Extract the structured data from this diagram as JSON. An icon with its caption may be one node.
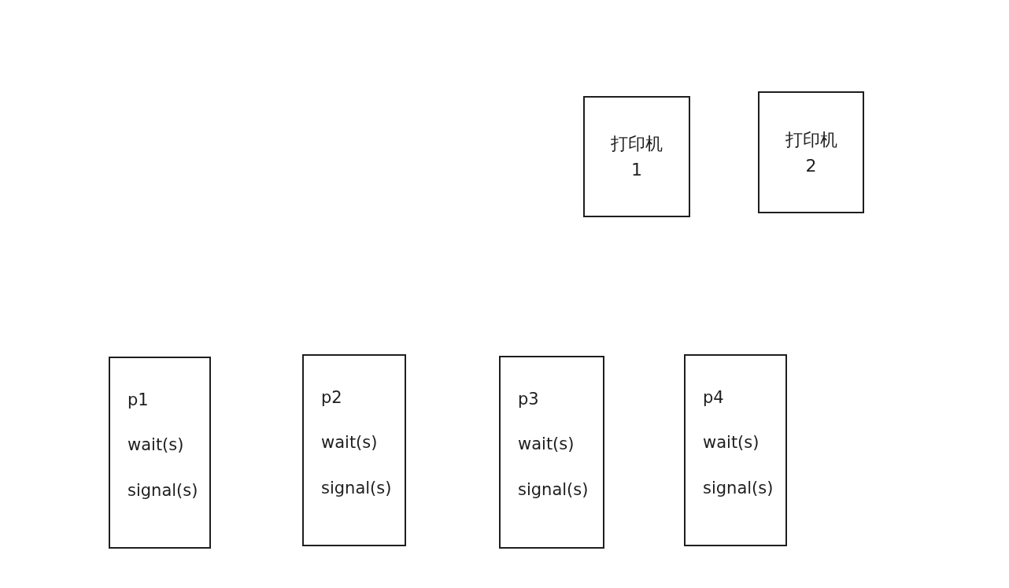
{
  "diagram": {
    "nodes": [
      {
        "text": [
          "打印机1"
        ]
      },
      {
        "text": [
          "打印机2"
        ]
      },
      {
        "text": [
          "p1",
          "wait(s)",
          "signal(s)"
        ]
      },
      {
        "text": [
          "p2",
          "wait(s)",
          "signal(s)"
        ]
      },
      {
        "text": [
          "p3",
          "wait(s)",
          "signal(s)"
        ]
      },
      {
        "text": [
          "p4",
          "wait(s)",
          "signal(s)"
        ]
      }
    ]
  }
}
